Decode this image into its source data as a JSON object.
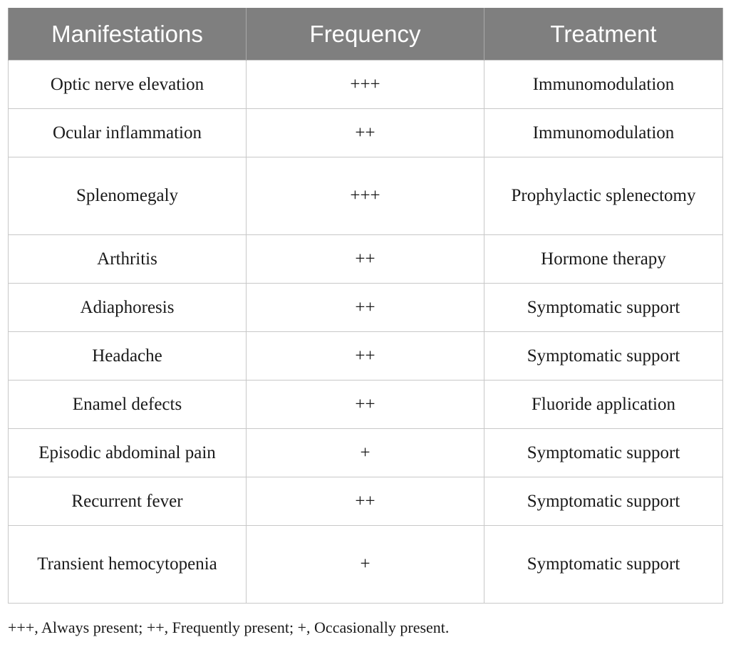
{
  "table": {
    "headers": [
      "Manifestations",
      "Frequency",
      "Treatment"
    ],
    "rows": [
      {
        "manifestation": "Optic nerve elevation",
        "frequency": "+++",
        "treatment": "Immunomodulation",
        "tall": false
      },
      {
        "manifestation": "Ocular inflammation",
        "frequency": "++",
        "treatment": "Immunomodulation",
        "tall": false
      },
      {
        "manifestation": "Splenomegaly",
        "frequency": "+++",
        "treatment": "Prophylactic splenectomy",
        "tall": true
      },
      {
        "manifestation": "Arthritis",
        "frequency": "++",
        "treatment": "Hormone therapy",
        "tall": false
      },
      {
        "manifestation": "Adiaphoresis",
        "frequency": "++",
        "treatment": "Symptomatic support",
        "tall": false
      },
      {
        "manifestation": "Headache",
        "frequency": "++",
        "treatment": "Symptomatic support",
        "tall": false
      },
      {
        "manifestation": "Enamel defects",
        "frequency": "++",
        "treatment": "Fluoride application",
        "tall": false
      },
      {
        "manifestation": "Episodic abdominal pain",
        "frequency": "+",
        "treatment": "Symptomatic support",
        "tall": false
      },
      {
        "manifestation": "Recurrent fever",
        "frequency": "++",
        "treatment": "Symptomatic support",
        "tall": false
      },
      {
        "manifestation": "Transient hemocytopenia",
        "frequency": "+",
        "treatment": "Symptomatic support",
        "tall": true
      }
    ]
  },
  "footnote": "+++, Always present; ++, Frequently present; +, Occasionally present.",
  "colors": {
    "header_bg": "#7f7f7f",
    "header_text": "#ffffff",
    "border": "#c8c8c8"
  }
}
